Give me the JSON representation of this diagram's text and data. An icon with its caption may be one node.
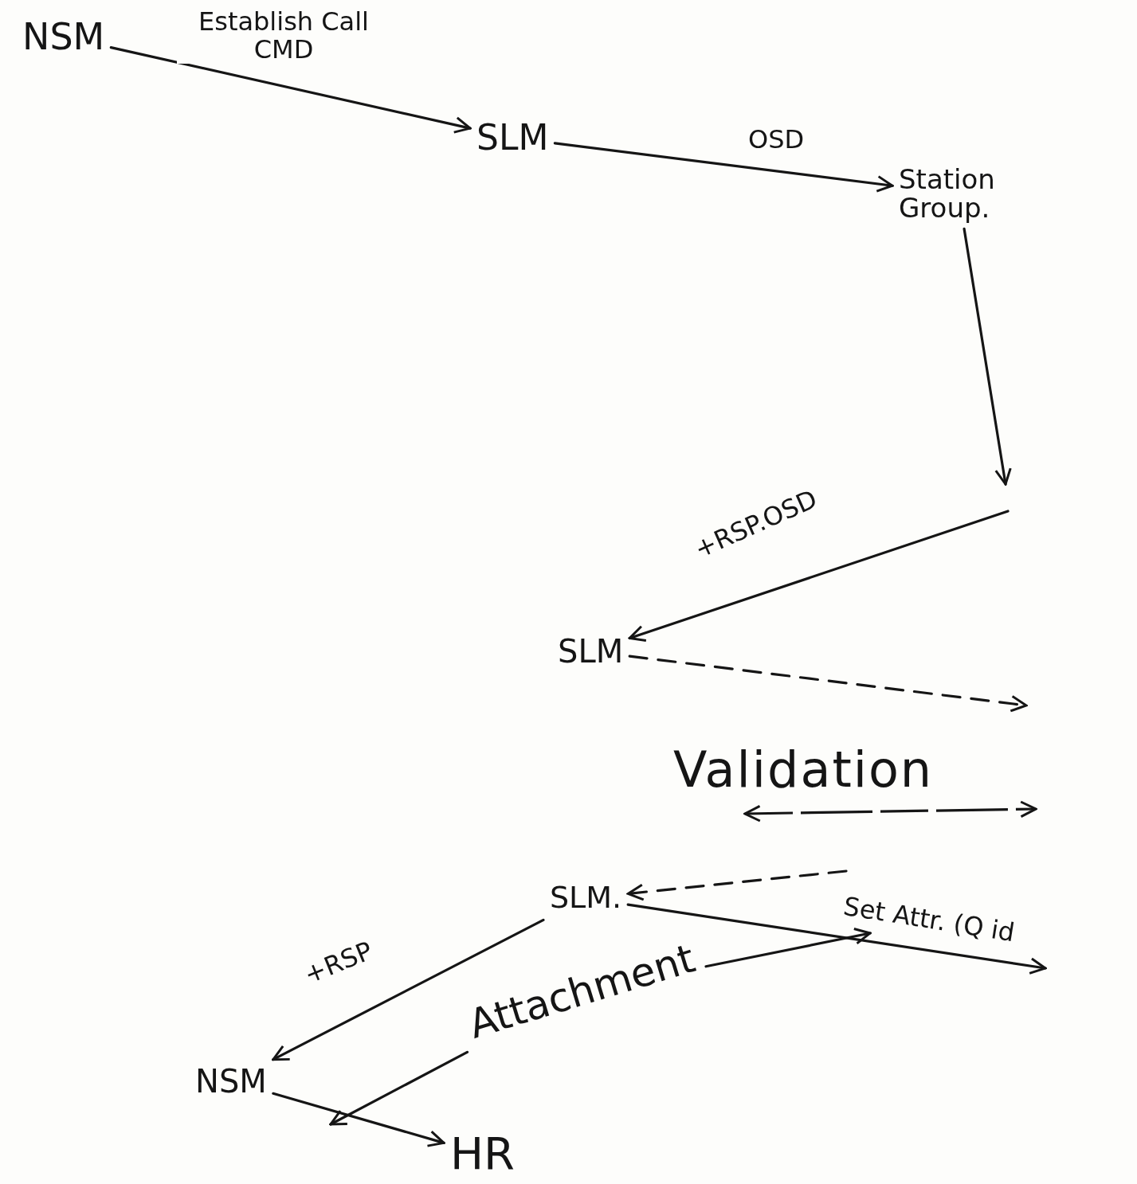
{
  "diagram": {
    "nodes": [
      {
        "text": [
          "NSM"
        ]
      },
      {
        "text": [
          "SLM"
        ]
      },
      {
        "text": [
          "Station Group."
        ]
      },
      {
        "text": [
          "SLM"
        ]
      },
      {
        "text": [
          "SLM."
        ]
      },
      {
        "text": [
          "Attachment"
        ]
      },
      {
        "text": [
          "NSM"
        ]
      },
      {
        "text": [
          "HR"
        ]
      }
    ],
    "edges": [
      {
        "from": 0,
        "to": 1,
        "arrow": "to",
        "label": "Establish Call CMD"
      },
      {
        "from": 1,
        "to": 2,
        "arrow": "to",
        "label": "OSD"
      },
      {
        "from": 2,
        "to": null,
        "arrow": "to"
      },
      {
        "from": null,
        "to": 3,
        "arrow": "to",
        "label": "+RSP.OSD"
      },
      {
        "from": 3,
        "to": null,
        "arrow": "to",
        "style": "dashed"
      },
      {
        "from": null,
        "to": 4,
        "arrow": "to",
        "style": "dashed"
      },
      {
        "from": 4,
        "to": 6,
        "arrow": "to",
        "label": "+RSP"
      },
      {
        "from": 4,
        "to": null,
        "arrow": "to",
        "label": "Set Attr. (Q id"
      },
      {
        "from": 5,
        "to": null,
        "arrow": "to"
      },
      {
        "from": 5,
        "to": null,
        "arrow": "to"
      },
      {
        "from": 6,
        "to": 7,
        "arrow": "to"
      }
    ],
    "labels": [
      "Validation"
    ]
  }
}
